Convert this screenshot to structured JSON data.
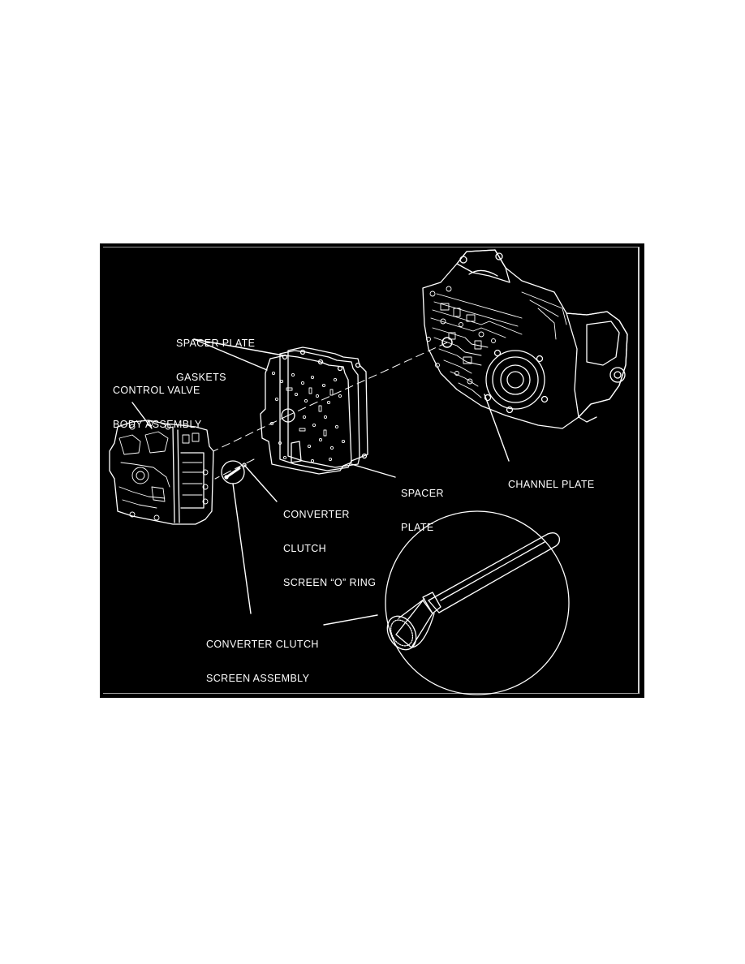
{
  "figure": {
    "background_color": "#000000",
    "line_color": "#ffffff",
    "page_color": "#ffffff"
  },
  "labels": {
    "spacer_plate_gaskets": [
      "SPACER PLATE",
      "GASKETS"
    ],
    "control_valve_body_assembly": [
      "CONTROL VALVE",
      "BODY ASSEMBLY"
    ],
    "spacer_plate": [
      "SPACER",
      "PLATE"
    ],
    "channel_plate": [
      "CHANNEL PLATE"
    ],
    "converter_clutch_screen_o_ring": [
      "CONVERTER",
      "CLUTCH",
      "SCREEN “O” RING"
    ],
    "converter_clutch_screen_assembly": [
      "CONVERTER CLUTCH",
      "SCREEN ASSEMBLY"
    ]
  },
  "components": [
    {
      "id": "transaxle-case",
      "name": "Transaxle case with channel plate"
    },
    {
      "id": "spacer-plate-stack",
      "name": "Spacer plate and gaskets"
    },
    {
      "id": "control-valve-body",
      "name": "Control valve body assembly"
    },
    {
      "id": "o-ring",
      "name": "Converter clutch screen O ring"
    },
    {
      "id": "screen-assembly-detail",
      "name": "Converter clutch screen assembly (magnified detail)"
    }
  ]
}
